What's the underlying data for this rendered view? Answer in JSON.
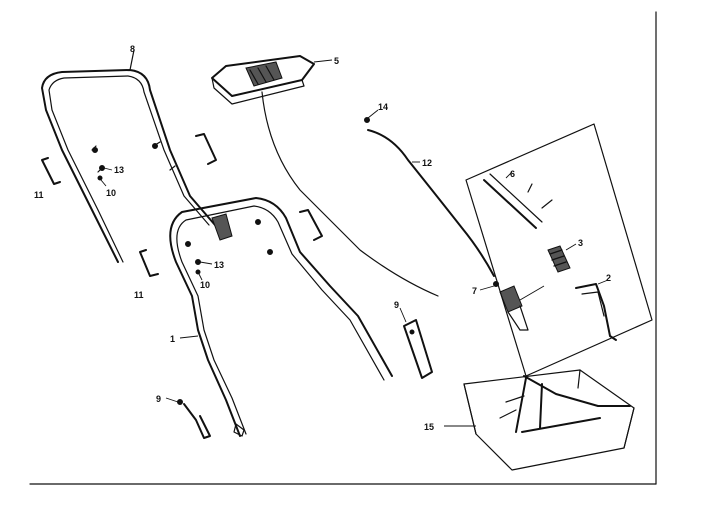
{
  "diagram": {
    "callouts": {
      "c1": "1",
      "c2": "2",
      "c3": "3",
      "c5": "5",
      "c6": "6",
      "c7": "7",
      "c8": "8",
      "c9": "9",
      "c10a": "10",
      "c10b": "10",
      "c11a": "11",
      "c11b": "11",
      "c12": "12",
      "c13a": "13",
      "c13b": "13",
      "c14": "14",
      "c15": "15"
    },
    "colors": {
      "ink": "#111111",
      "paper": "#ffffff"
    }
  }
}
